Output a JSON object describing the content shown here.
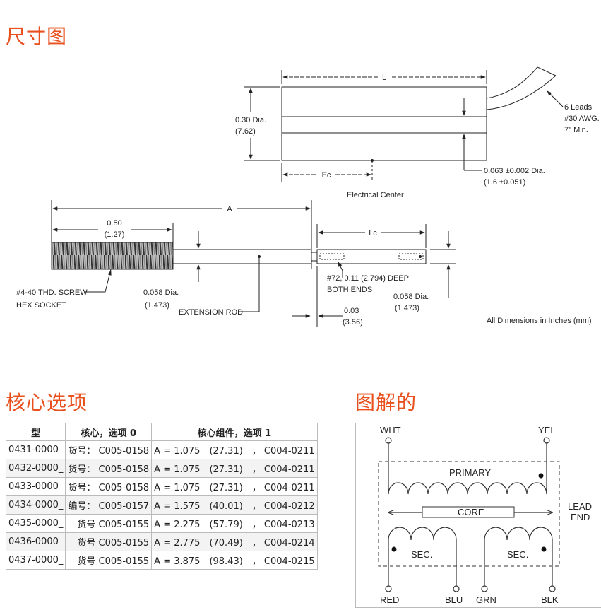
{
  "sections": {
    "dimensions_title": "尺寸图",
    "core_options_title": "核心选项",
    "schematic_title": "图解的"
  },
  "drawing": {
    "L": "L",
    "dia_in": "0.30 Dia.",
    "dia_mm": "(7.62)",
    "leads_1": "6 Leads",
    "leads_2": "#30 AWG.",
    "leads_3": "7\" Min.",
    "Ec": "Ec",
    "electrical_center": "Electrical Center",
    "hole_dia_in": "0.063 ±0.002 Dia.",
    "hole_dia_mm": "(1.6 ±0.051)",
    "A": "A",
    "len_in": "0.50",
    "len_mm": "(1.27)",
    "Lc": "Lc",
    "screw_1": "#4-40 THD. SCREW",
    "screw_2": "HEX SOCKET",
    "rod_dia_in": "0.058 Dia.",
    "rod_dia_mm": "(1.473)",
    "extension_rod": "EXTENSION ROD",
    "deep_1": "#72, 0.11 (2.794) DEEP",
    "deep_2": "BOTH ENDS",
    "gap_in": "0.03",
    "gap_mm": "(3.56)",
    "core_dia_in": "0.058 Dia.",
    "core_dia_mm": "(1.473)",
    "all_dims": "All Dimensions in Inches (mm)"
  },
  "core_table": {
    "headers": [
      "型",
      "核心，选项 0",
      "核心组件，选项 1"
    ],
    "rows": [
      [
        "0431-0000_",
        "货号： C005-0158",
        "A = 1.075　(27.31)　， C004-0211"
      ],
      [
        "0432-0000_",
        "货号： C005-0158",
        "A = 1.075　(27.31)　， C004-0211"
      ],
      [
        "0433-0000_",
        "货号： C005-0158",
        "A = 1.075　(27.31)　， C004-0211"
      ],
      [
        "0434-0000_",
        "编号： C005-0157",
        "A = 1.575　(40.01)　， C004-0212"
      ],
      [
        "0435-0000_",
        "　货号 C005-0155",
        "A = 2.275　(57.79)　， C004-0213"
      ],
      [
        "0436-0000_",
        "　货号 C005-0155",
        "A = 2.775　(70.49)　， C004-0214"
      ],
      [
        "0437-0000_",
        "　货号 C005-0155",
        "A = 3.875　(98.43)　， C004-0215"
      ]
    ]
  },
  "schematic": {
    "wht": "WHT",
    "yel": "YEL",
    "primary": "PRIMARY",
    "core": "CORE",
    "lead_1": "LEAD",
    "lead_2": "END",
    "sec_left": "SEC.",
    "sec_right": "SEC.",
    "red": "RED",
    "blu": "BLU",
    "grn": "GRN",
    "blk": "BLK"
  }
}
